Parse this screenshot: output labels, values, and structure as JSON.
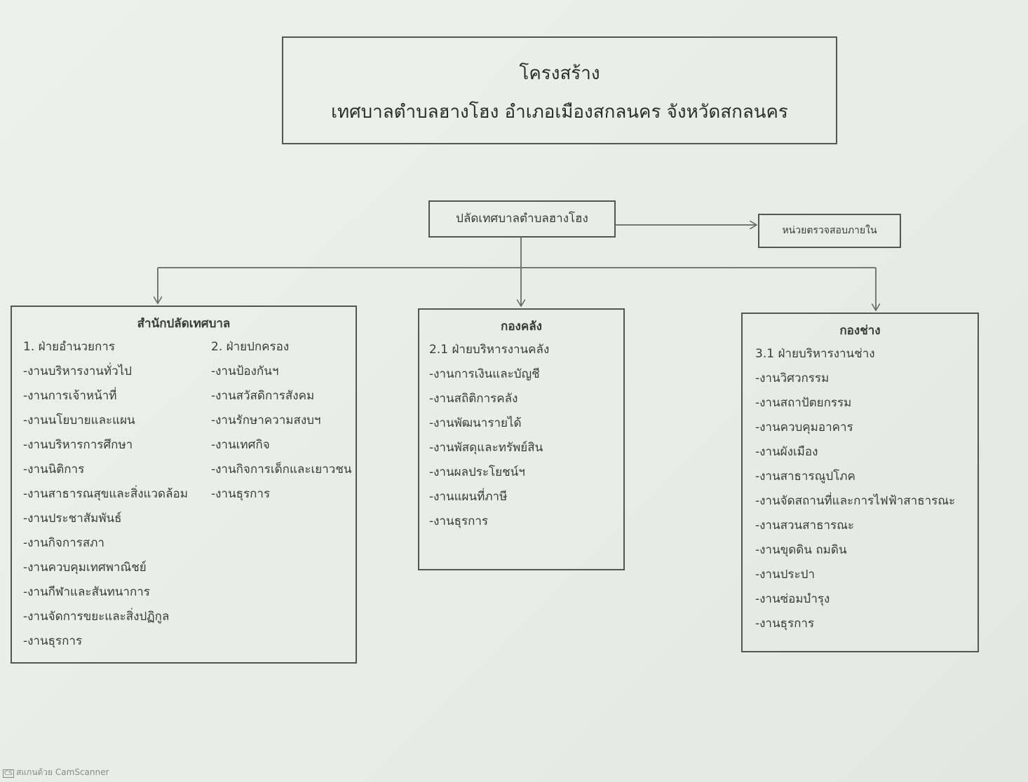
{
  "title": {
    "line1": "โครงสร้าง",
    "line2": "เทศบาลตำบลฮางโฮง อำเภอเมืองสกลนคร จังหวัดสกลนคร"
  },
  "deputy": "ปลัดเทศบาลตำบลฮางโฮง",
  "audit": "หน่วยตรวจสอบภายใน",
  "office": {
    "title": "สำนักปลัดเทศบาล",
    "col1": [
      "1. ฝ่ายอำนวยการ",
      "-งานบริหารงานทั่วไป",
      "-งานการเจ้าหน้าที่",
      "-งานนโยบายและแผน",
      "-งานบริหารการศึกษา",
      "-งานนิติการ",
      "-งานสาธารณสุขและสิ่งแวดล้อม",
      "-งานประชาสัมพันธ์",
      "-งานกิจการสภา",
      "-งานควบคุมเทศพาณิชย์",
      "-งานกีฬาและสันทนาการ",
      "-งานจัดการขยะและสิ่งปฏิกูล",
      "-งานธุรการ"
    ],
    "col2": [
      "2. ฝ่ายปกครอง",
      "-งานป้องกันฯ",
      "-งานสวัสดิการสังคม",
      "-งานรักษาความสงบฯ",
      "-งานเทศกิจ",
      "-งานกิจการเด็กและเยาวชน",
      "-งานธุรการ"
    ]
  },
  "finance": {
    "title": "กองคลัง",
    "items": [
      "2.1 ฝ่ายบริหารงานคลัง",
      "-งานการเงินและบัญชี",
      "-งานสถิติการคลัง",
      "-งานพัฒนารายได้",
      "-งานพัสดุและทรัพย์สิน",
      "-งานผลประโยชน์ฯ",
      "-งานแผนที่ภาษี",
      "-งานธุรการ"
    ]
  },
  "engineering": {
    "title": "กองช่าง",
    "items": [
      "3.1 ฝ่ายบริหารงานช่าง",
      "-งานวิศวกรรม",
      "-งานสถาปัตยกรรม",
      "-งานควบคุมอาคาร",
      "-งานผังเมือง",
      "-งานสาธารณูปโภค",
      "-งานจัดสถานที่และการไฟฟ้าสาธารณะ",
      "-งานสวนสาธารณะ",
      "-งานขุดดิน ถมดิน",
      "-งานประปา",
      "-งานซ่อมบำรุง",
      "-งานธุรการ"
    ]
  },
  "footer": {
    "logo": "CS",
    "text": "สแกนด้วย CamScanner"
  }
}
